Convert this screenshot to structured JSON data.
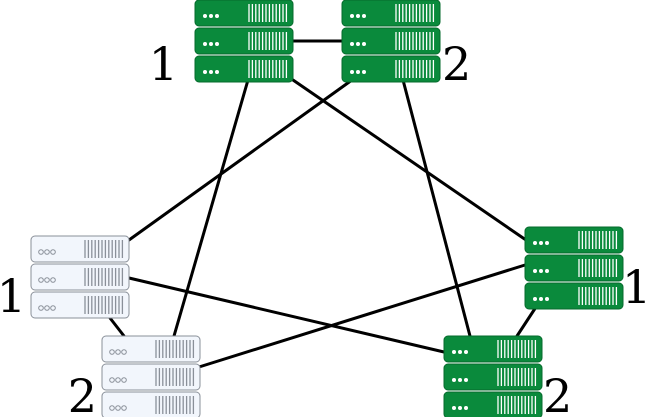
{
  "colors": {
    "active_fill": "#0a8a3c",
    "active_stroke": "#066b2d",
    "active_mark": "#ffffff",
    "inactive_fill": "#f2f6fc",
    "inactive_stroke": "#8a9099",
    "inactive_mark": "#8a9099",
    "link": "#000000"
  },
  "icons": {
    "server_unit": "server-unit-icon"
  },
  "nodes": [
    {
      "id": "top-left",
      "label": "1",
      "active": true
    },
    {
      "id": "top-right",
      "label": "2",
      "active": true
    },
    {
      "id": "left",
      "label": "1",
      "active": false
    },
    {
      "id": "bottom-left",
      "label": "2",
      "active": false
    },
    {
      "id": "right",
      "label": "1",
      "active": true
    },
    {
      "id": "bottom-right",
      "label": "2",
      "active": true
    }
  ],
  "links": [
    [
      "top-left",
      "top-right"
    ],
    [
      "top-left",
      "bottom-left"
    ],
    [
      "top-left",
      "right"
    ],
    [
      "top-right",
      "left"
    ],
    [
      "top-right",
      "bottom-right"
    ],
    [
      "left",
      "bottom-left"
    ],
    [
      "left",
      "bottom-right"
    ],
    [
      "bottom-left",
      "right"
    ],
    [
      "right",
      "bottom-right"
    ]
  ]
}
